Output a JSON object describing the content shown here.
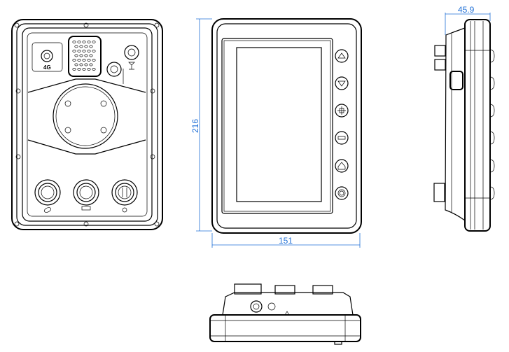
{
  "drawing": {
    "back_view": {
      "antenna_label": "4G"
    },
    "dimensions": {
      "height": "216",
      "width": "151",
      "depth": "45.9"
    },
    "colors": {
      "dimension": "#1f6fd6",
      "line": "#000000"
    }
  }
}
